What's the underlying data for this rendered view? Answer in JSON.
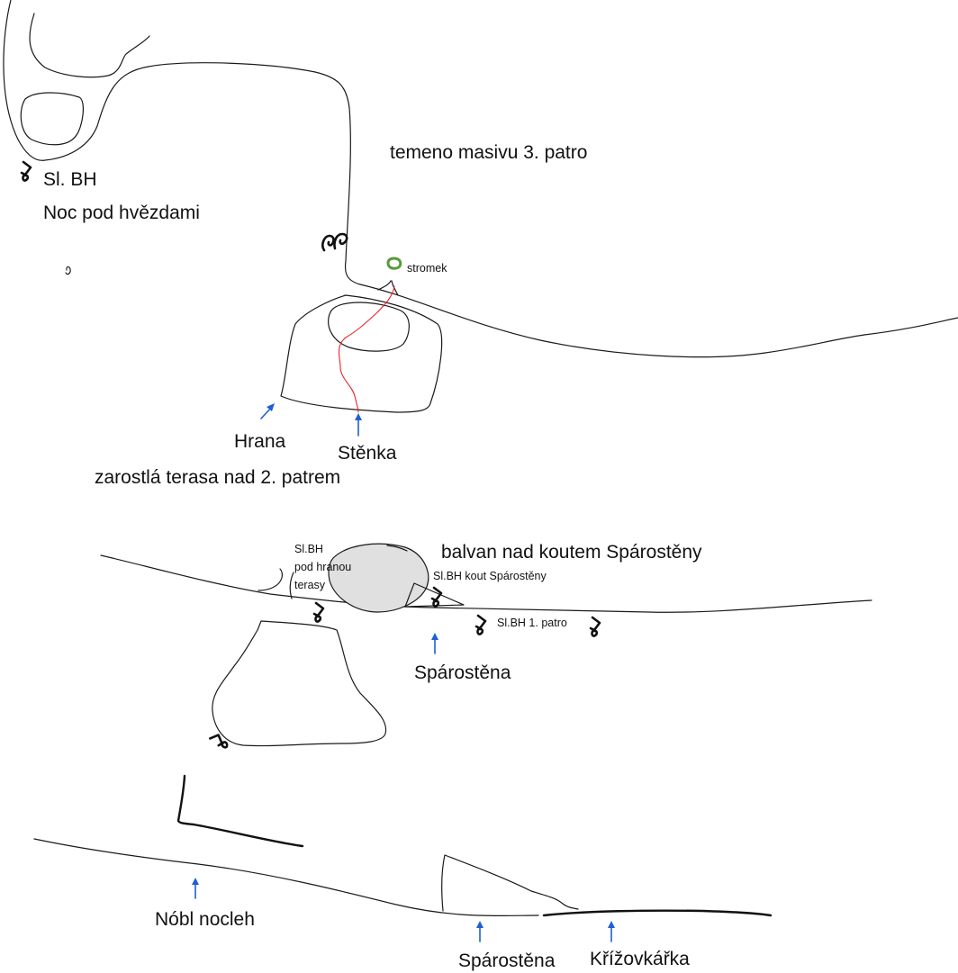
{
  "labels": {
    "top_plateau": "temeno masivu 3. patro",
    "anchor_top_line1": "Sl. BH",
    "anchor_top_line2": "Noc pod hvězdami",
    "tree": "stromek",
    "edge": "Hrana",
    "wall": "Stěnka",
    "terrace": "zarostlá terasa nad 2. patrem",
    "boulder": "balvan nad koutem Spárostěny",
    "anchor_under_edge_line1": "Sl.BH",
    "anchor_under_edge_line2": "pod hranou",
    "anchor_under_edge_line3": "terasy",
    "anchor_corner": "Sl.BH kout Spárostěny",
    "anchor_first_floor": "Sl.BH 1. patro",
    "crack_wall_mid": "Spárostěna",
    "noble_bivouac": "Nóbl nocleh",
    "crack_wall_bottom": "Spárostěna",
    "crossword": "Křížovkářka"
  },
  "colors": {
    "ink": "#1a1a1a",
    "route": "#e8262a",
    "arrow": "#1f5fd6",
    "tree": "#5a9a3a",
    "boulder_fill": "#e0e0e0"
  },
  "icons": [
    "bolt-anchor-icon",
    "double-bolt-icon",
    "tree-icon",
    "arrow-up-icon"
  ]
}
